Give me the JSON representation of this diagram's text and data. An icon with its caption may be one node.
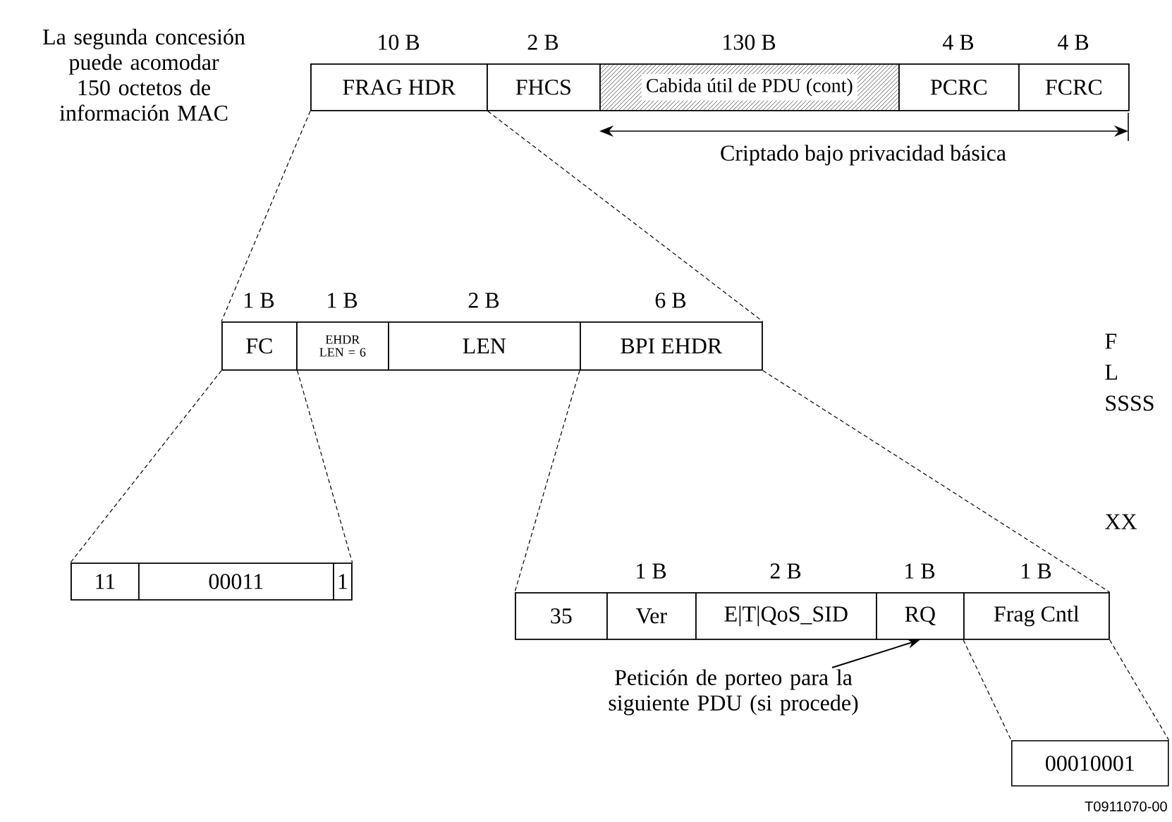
{
  "diagram": {
    "nodes": [
      {
        "text": [],
        "shape": "box"
      },
      {
        "text": [
          "10 B",
          "FRAG HDR"
        ],
        "in": 0
      },
      {
        "text": [
          "2 B",
          "FHCS"
        ],
        "in": 0
      },
      {
        "text": [
          "130 B",
          "Cabida útil de PDU (cont)"
        ],
        "in": 0
      },
      {
        "text": [
          "4 B",
          "PCRC"
        ],
        "in": 0
      },
      {
        "text": [
          "4 B",
          "FCRC"
        ],
        "in": 0
      },
      {
        "text": [],
        "shape": "box"
      },
      {
        "text": [
          "1 B",
          "FC"
        ],
        "in": 6
      },
      {
        "text": [
          "1 B",
          "EHDR LEN = 6"
        ],
        "in": 6
      },
      {
        "text": [
          "2 B",
          "LEN"
        ],
        "in": 6
      },
      {
        "text": [
          "6 B",
          "BPI EHDR"
        ],
        "in": 6
      },
      {
        "text": [],
        "shape": "box"
      },
      {
        "text": [
          "11"
        ],
        "in": 11
      },
      {
        "text": [
          "00011"
        ],
        "in": 11
      },
      {
        "text": [
          "1"
        ],
        "in": 11
      },
      {
        "text": [],
        "shape": "box"
      },
      {
        "text": [
          "35"
        ],
        "in": 15
      },
      {
        "text": [
          "1 B",
          "Ver"
        ],
        "in": 15
      },
      {
        "text": [
          "2 B",
          "E|T|QoS_SID"
        ],
        "in": 15
      },
      {
        "text": [
          "1 B",
          "RQ"
        ],
        "in": 15
      },
      {
        "text": [
          "1 B",
          "Frag Cntl"
        ],
        "in": 15
      },
      {
        "text": [
          "00010001"
        ]
      },
      {
        "text": [
          "Petición de porteo para la siguiente PDU (si procede)"
        ]
      }
    ],
    "edges": [
      {
        "from": 1,
        "to": 6,
        "arrow": "none",
        "style": "dashed"
      },
      {
        "from": 1,
        "to": 6,
        "arrow": "none",
        "style": "dashed"
      },
      {
        "from": 7,
        "to": 11,
        "arrow": "none",
        "style": "dashed"
      },
      {
        "from": 7,
        "to": 11,
        "arrow": "none",
        "style": "dashed"
      },
      {
        "from": 10,
        "to": 15,
        "arrow": "none",
        "style": "dashed"
      },
      {
        "from": 10,
        "to": 15,
        "arrow": "none",
        "style": "dashed"
      },
      {
        "from": 20,
        "to": 21,
        "arrow": "none",
        "style": "dashed"
      },
      {
        "from": 20,
        "to": 21,
        "arrow": "none",
        "style": "dashed"
      },
      {
        "from": 22,
        "to": 19,
        "arrow": "to"
      }
    ],
    "labels": [
      "La segunda concesión puede acomodar 150 octetos de información MAC",
      "Criptado bajo privacidad básica",
      "F",
      "L",
      "SSSS",
      "XX",
      "T0911070-00"
    ]
  }
}
